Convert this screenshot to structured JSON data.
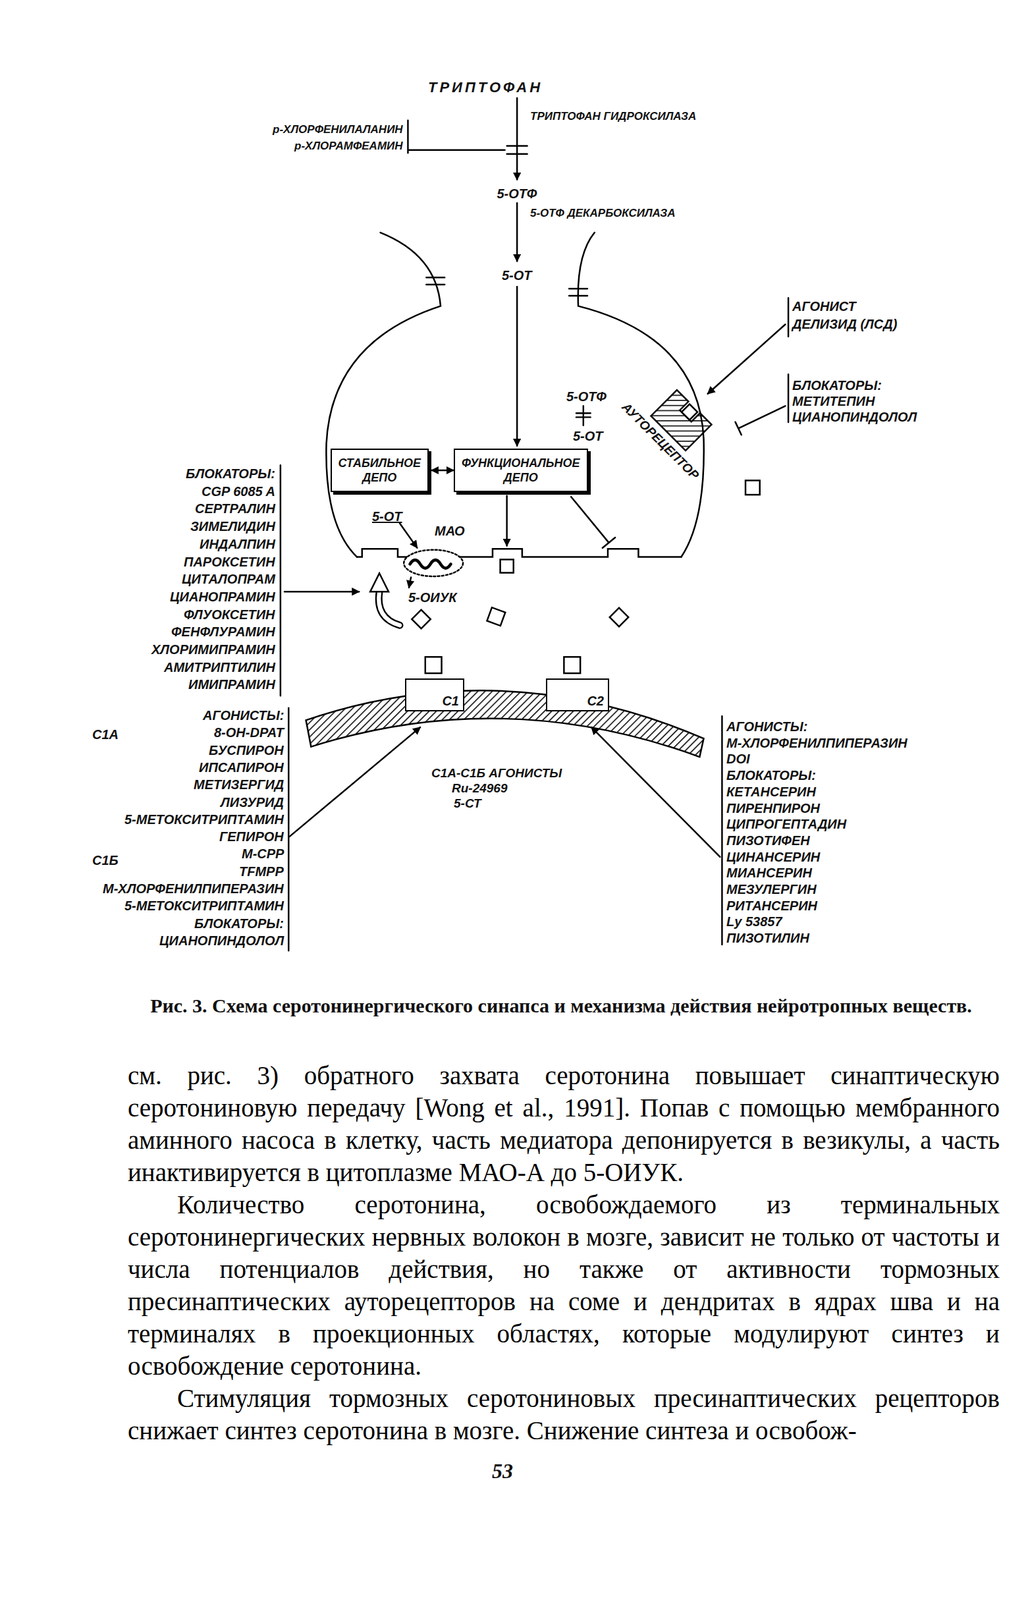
{
  "diagram": {
    "caption": "Рис. 3. Схема серотонинергического синапса и механизма действия нейротропных веществ.",
    "nodes": [
      {
        "text": [
          "СТАБИЛЬНОЕ ДЕПО"
        ]
      },
      {
        "text": [
          "ФУНКЦИОНАЛЬНОЕ ДЕПО"
        ]
      },
      {
        "text": [
          "С1"
        ]
      },
      {
        "text": [
          "С2"
        ]
      }
    ],
    "edges": [
      {
        "from": 0,
        "to": 1,
        "arrow": "both"
      }
    ],
    "labels": [
      "ТРИПТОФАН",
      "р-ХЛОРФЕНИЛАЛАНИН",
      "р-ХЛОРАМФЕАМИН",
      "ТРИПТОФАН ГИДРОКСИЛАЗА",
      "5-ОТФ",
      "5-ОТФ ДЕКАРБОКСИЛАЗА",
      "5-ОТ",
      "АГОНИСТ",
      "ДЕЛИЗИД (ЛСД)",
      "БЛОКАТОРЫ:",
      "МЕТИТЕПИН",
      "ЦИАНОПИНДОЛОЛ",
      "5-ОТФ",
      "5-ОТ",
      "АУТОРЕЦЕПТОР",
      "5-ОТ",
      "МАО",
      "5-ОИУК",
      "БЛОКАТОРЫ:",
      "CGP 6085 A",
      "СЕРТРАЛИН",
      "ЗИМЕЛИДИН",
      "ИНДАЛПИН",
      "ПАРОКСЕТИН",
      "ЦИТАЛОПРАМ",
      "ЦИАНОПРАМИН",
      "ФЛУОКСЕТИН",
      "ФЕНФЛУРАМИН",
      "ХЛОРИМИПРАМИН",
      "АМИТРИПТИЛИН",
      "ИМИПРАМИН",
      "С1А",
      "АГОНИСТЫ:",
      "8-ОН-DPAT",
      "БУСПИРОН",
      "ИПСАПИРОН",
      "МЕТИЗЕРГИД",
      "ЛИЗУРИД",
      "5-МЕТОКСИТРИПТАМИН",
      "ГЕПИРОН",
      "С1Б",
      "М-СРР",
      "TFMPP",
      "М-ХЛОРФЕНИЛПИПЕРАЗИН",
      "5-МЕТОКСИТРИПТАМИН",
      "БЛОКАТОРЫ:",
      "ЦИАНОПИНДОЛОЛ",
      "С1А-С1Б АГОНИСТЫ",
      "Ru-24969",
      "5-СТ",
      "АГОНИСТЫ:",
      "М-ХЛОРФЕНИЛПИПЕРАЗИН",
      "DOI",
      "БЛОКАТОРЫ:",
      "КЕТАНСЕРИН",
      "ПИРЕНПИРОН",
      "ЦИПРОГЕПТАДИН",
      "ПИЗОТИФЕН",
      "ЦИНАНСЕРИН",
      "МИАНСЕРИН",
      "МЕЗУЛЕРГИН",
      "РИТАНСЕРИН",
      "Ly 53857",
      "ПИЗОТИЛИН",
      "см. рис. 3) обратного захвата серотонина повышает синаптическую серотониновую передачу [Wong et al., 1991]. Попав с помощью мембранного аминного насоса в клетку, часть медиатора депонируется в везикулы, а часть инактивируется в цитоплазме МАО-А до 5-ОИУК.",
      "Количество серотонина, освобождаемого из терминальных серотонинергических нервных волокон в мозге, зависит не только от частоты и числа потенциалов действия, но также от активности тормозных пресинаптических ауторецепторов на соме и дендритах в ядрах шва и на терминалях в проекционных областях, которые модулируют синтез и освобождение серотонина.",
      "Стимуляция тормозных серотониновых пресинаптических рецепторов снижает синтез серотонина в мозге. Снижение синтеза и освобож-",
      "53"
    ]
  }
}
